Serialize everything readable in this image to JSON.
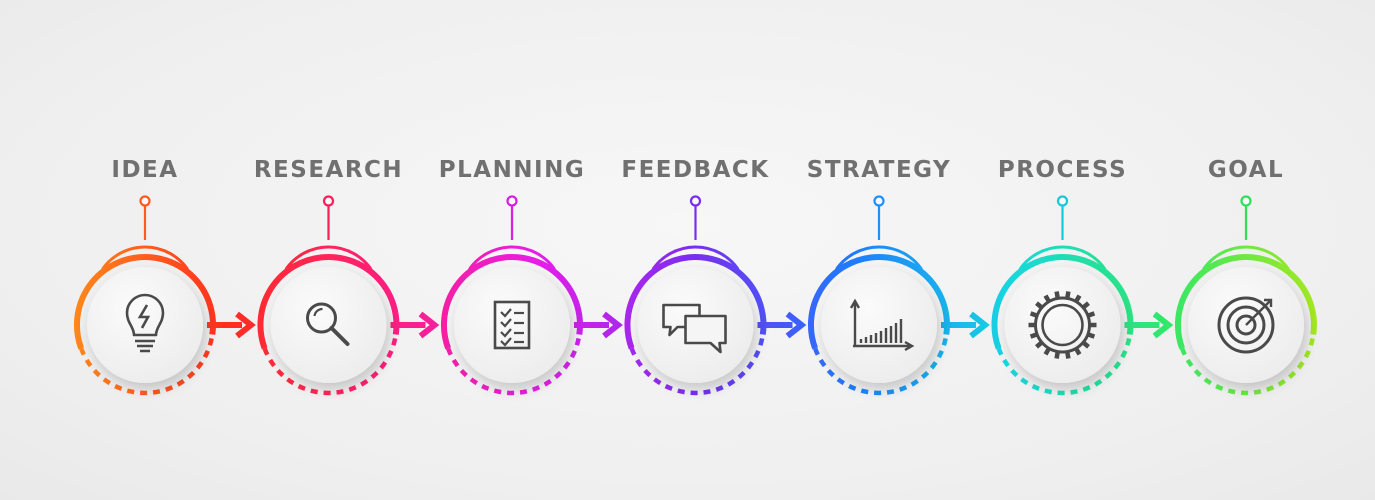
{
  "steps": [
    {
      "label": "IDEA",
      "icon": "lightbulb-icon",
      "color": "#ff5a1f"
    },
    {
      "label": "RESEARCH",
      "icon": "magnifier-icon",
      "color": "#ff1e5a"
    },
    {
      "label": "PLANNING",
      "icon": "checklist-icon",
      "color": "#d81ee0"
    },
    {
      "label": "FEEDBACK",
      "icon": "chat-bubbles-icon",
      "color": "#7a2df0"
    },
    {
      "label": "STRATEGY",
      "icon": "bar-chart-icon",
      "color": "#1e90ff"
    },
    {
      "label": "PROCESS",
      "icon": "gear-icon",
      "color": "#16c8d8"
    },
    {
      "label": "GOAL",
      "icon": "target-icon",
      "color": "#2ee05a"
    }
  ],
  "colors": {
    "gradient": [
      "#ff8a1a",
      "#ff2e1f",
      "#ff1f7a",
      "#e61ee8",
      "#7a2df0",
      "#1e7bff",
      "#16d6e0",
      "#2ee86a",
      "#a8e81e"
    ],
    "label": "#707070",
    "icon": "#4a4a4a"
  }
}
